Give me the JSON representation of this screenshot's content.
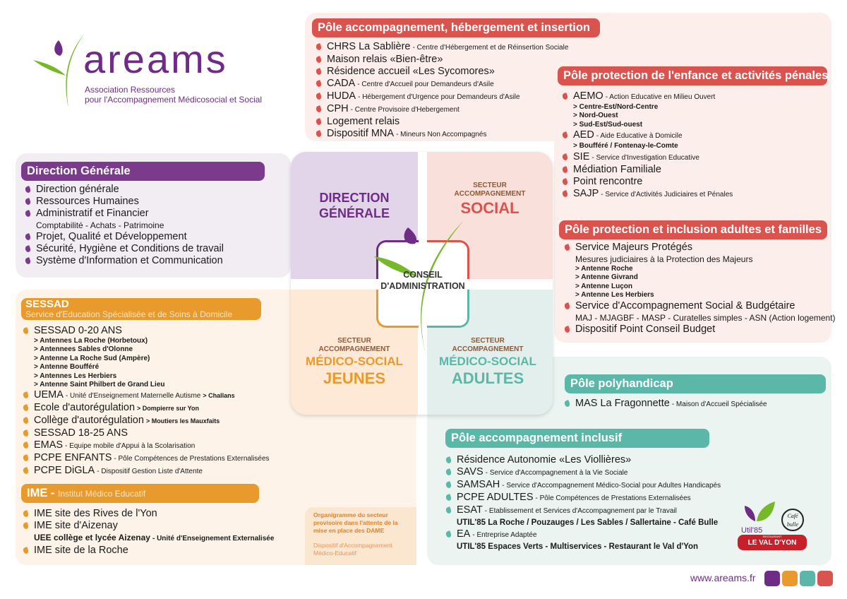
{
  "logo": {
    "name": "areams",
    "line1": "Association Ressources",
    "line2": "pour l'Accompagnement Médicosocial et Social"
  },
  "colors": {
    "purple": "#6f2c86",
    "red": "#d9534f",
    "orange": "#e99a2c",
    "teal": "#5bb8a8",
    "green": "#76b82a"
  },
  "hebergement": {
    "title": "Pôle accompagnement, hébergement et insertion",
    "items": [
      {
        "main": "CHRS La Sablière",
        "desc": "- Centre d'Hébergement et de Réinsertion Sociale"
      },
      {
        "main": "Maison relais «Bien-être»"
      },
      {
        "main": "Résidence accueil «Les Sycomores»"
      },
      {
        "main": "CADA",
        "desc": "- Centre d'Accueil pour Demandeurs d'Asile"
      },
      {
        "main": "HUDA",
        "desc": "- Hébergement d'Urgence pour Demandeurs d'Asile"
      },
      {
        "main": "CPH",
        "desc": "- Centre Provisoire d'Hebergement"
      },
      {
        "main": "Logement relais"
      },
      {
        "main": "Dispositif MNA",
        "desc": "- Mineurs Non Accompagnés"
      }
    ]
  },
  "enfance": {
    "title": "Pôle protection de l'enfance et activités pénales",
    "items": [
      {
        "main": "AEMO",
        "desc": "- Action Educative en Milieu Ouvert",
        "subs": [
          "> Centre-Est/Nord-Centre",
          "> Nord-Ouest",
          "> Sud-Est/Sud-ouest"
        ]
      },
      {
        "main": "AED",
        "desc": "- Aide Educative à Domicile",
        "subs": [
          "> Boufféré / Fontenay-le-Comte"
        ]
      },
      {
        "main": "SIE",
        "desc": "- Service d'Investigation Educative"
      },
      {
        "main": "Médiation Familiale"
      },
      {
        "main": "Point rencontre"
      },
      {
        "main": "SAJP",
        "desc": "- Service d'Activités Judiciaires et Pénales"
      }
    ]
  },
  "adultes": {
    "title": "Pôle protection et inclusion adultes et familles",
    "items": [
      {
        "main": "Service Majeurs Protégés",
        "note": "Mesures judiciaires à la Protection des Majeurs",
        "subs": [
          "> Antenne Roche",
          "> Antenne Givrand",
          "> Antenne Luçon",
          "> Antenne Les Herbiers"
        ]
      },
      {
        "main": "Service d'Accompagnement Social & Budgétaire",
        "note": "MAJ - MJAGBF - MASP - Curatelles simples - ASN (Action logement)"
      },
      {
        "main": "Dispositif Point Conseil Budget"
      }
    ]
  },
  "direction": {
    "title": "Direction Générale",
    "items": [
      {
        "main": "Direction générale"
      },
      {
        "main": "Ressources Humaines"
      },
      {
        "main": "Administratif et Financier",
        "note": "Comptabilité - Achats - Patrimoine"
      },
      {
        "main": "Projet, Qualité et Développement"
      },
      {
        "main": "Sécurité, Hygiène et Conditions de travail"
      },
      {
        "main": "Système d'Information et Communication"
      }
    ]
  },
  "sessad": {
    "title": "SESSAD",
    "subtitle": "Service d'Education Spécialisée et de Soins à Domicile",
    "items": [
      {
        "main": "SESSAD 0-20 ANS",
        "subs": [
          "> Antennes La Roche (Horbetoux)",
          "> Antennees Sables d'Olonne",
          "> Antenne La Roche Sud (Ampère)",
          "> Antenne Boufféré",
          "> Antennes Les Herbiers",
          "> Antenne Saint Philbert de Grand Lieu"
        ]
      },
      {
        "main": "UEMA",
        "desc": "- Unité d'Enseignement Maternelle Autisme",
        "tag": "> Challans"
      },
      {
        "main": "Ecole d'autorégulation",
        "tag": "> Dompierre sur Yon"
      },
      {
        "main": "Collège d'autorégulation",
        "tag": "> Moutiers les Mauxfaits"
      },
      {
        "main": "SESSAD 18-25 ANS"
      },
      {
        "main": "EMAS",
        "desc": "- Equipe mobile d'Appui à la Scolarisation"
      },
      {
        "main": "PCPE ENFANTS",
        "desc": "- Pôle Compétences de Prestations Externalisées"
      },
      {
        "main": "PCPE DiGLA",
        "desc": "- Dispositif Gestion Liste d'Attente"
      }
    ]
  },
  "ime": {
    "title": "IME -",
    "subtitle": "Institut Médico Educatif",
    "items": [
      {
        "main": "IME site des Rives de l'Yon"
      },
      {
        "main": "IME site d'Aizenay",
        "note": "UEE collège et lycée Aizenay",
        "notedesc": "- Unité d'Enseignement Externalisée"
      },
      {
        "main": "IME site de la Roche"
      }
    ]
  },
  "dame_note": {
    "line1": "Organigramme du secteur provisoire dans l'attente de la mise en place des DAME",
    "line2": "Dispositif d'Accompagnement Médico-Educatif"
  },
  "polyhandicap": {
    "title": "Pôle polyhandicap",
    "items": [
      {
        "main": "MAS La Fragonnette",
        "desc": "- Maison d'Accueil Spécialisée"
      }
    ]
  },
  "inclusif": {
    "title": "Pôle accompagnement inclusif",
    "items": [
      {
        "main": "Résidence Autonomie «Les Viollières»"
      },
      {
        "main": "SAVS",
        "desc": "- Service d'Accompagnement à la Vie Sociale"
      },
      {
        "main": "SAMSAH",
        "desc": "- Service d'Accompagnement Médico-Social pour Adultes Handicapés"
      },
      {
        "main": "PCPE ADULTES",
        "desc": "- Pôle Compétences de Prestations Externalisées"
      },
      {
        "main": "ESAT",
        "desc": "- Etablissement et Services d'Accompagnement par le Travail",
        "boldnote": "UTIL'85 La Roche / Pouzauges / Les Sables / Sallertaine - Café Bulle"
      },
      {
        "main": "EA",
        "desc": "- Entreprise Adaptée",
        "boldnote": "UTIL'85 Espaces Verts - Multiservices - Restaurant le Val d'Yon"
      }
    ]
  },
  "center": {
    "dg1": "DIRECTION",
    "dg2": "GÉNÉRALE",
    "secteur": "SECTEUR",
    "accomp": "ACCOMPAGNEMENT",
    "social": "SOCIAL",
    "medico": "MÉDICO-SOCIAL",
    "jeunes": "JEUNES",
    "adultes": "ADULTES",
    "conseil1": "CONSEIL",
    "conseil2": "D'ADMINISTRATION"
  },
  "logos": {
    "util": "Util'85",
    "cafe": "Café bulle",
    "resto_small": "RESTAURANT",
    "resto": "LE VAL D'YON"
  },
  "footer": {
    "url": "www.areams.fr"
  }
}
